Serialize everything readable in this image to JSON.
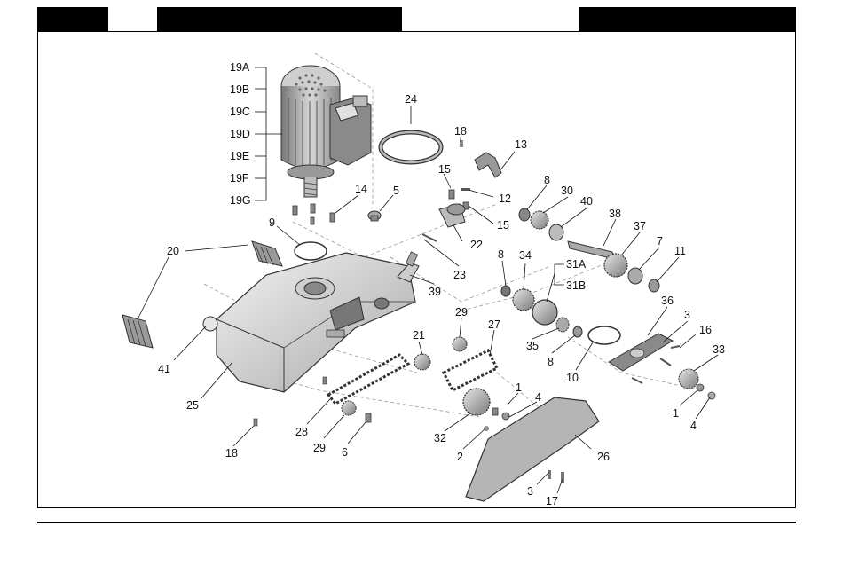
{
  "header": {
    "blocks": [
      "",
      "",
      ""
    ]
  },
  "diagram": {
    "labels": {
      "l19A": "19A",
      "l19B": "19B",
      "l19C": "19C",
      "l19D": "19D",
      "l19E": "19E",
      "l19F": "19F",
      "l19G": "19G",
      "l24": "24",
      "l18a": "18",
      "l13": "13",
      "l14": "14",
      "l5": "5",
      "l9": "9",
      "l15a": "15",
      "l12": "12",
      "l15b": "15",
      "l22": "22",
      "l8a": "8",
      "l30": "30",
      "l40": "40",
      "l38": "38",
      "l37": "37",
      "l7": "7",
      "l11": "11",
      "l20": "20",
      "l23": "23",
      "l8b": "8",
      "l34": "34",
      "l31A": "31A",
      "l31B": "31B",
      "l39": "39",
      "l36": "36",
      "l3a": "3",
      "l16": "16",
      "l29a": "29",
      "l27": "27",
      "l21": "21",
      "l35": "35",
      "l8c": "8",
      "l33": "33",
      "l41": "41",
      "l10": "10",
      "l1a": "1",
      "l1b": "1",
      "l4a": "4",
      "l4b": "4",
      "l25": "25",
      "l28": "28",
      "l32": "32",
      "l29b": "29",
      "l6": "6",
      "l2": "2",
      "l26": "26",
      "l18b": "18",
      "l3b": "3",
      "l17": "17"
    }
  }
}
